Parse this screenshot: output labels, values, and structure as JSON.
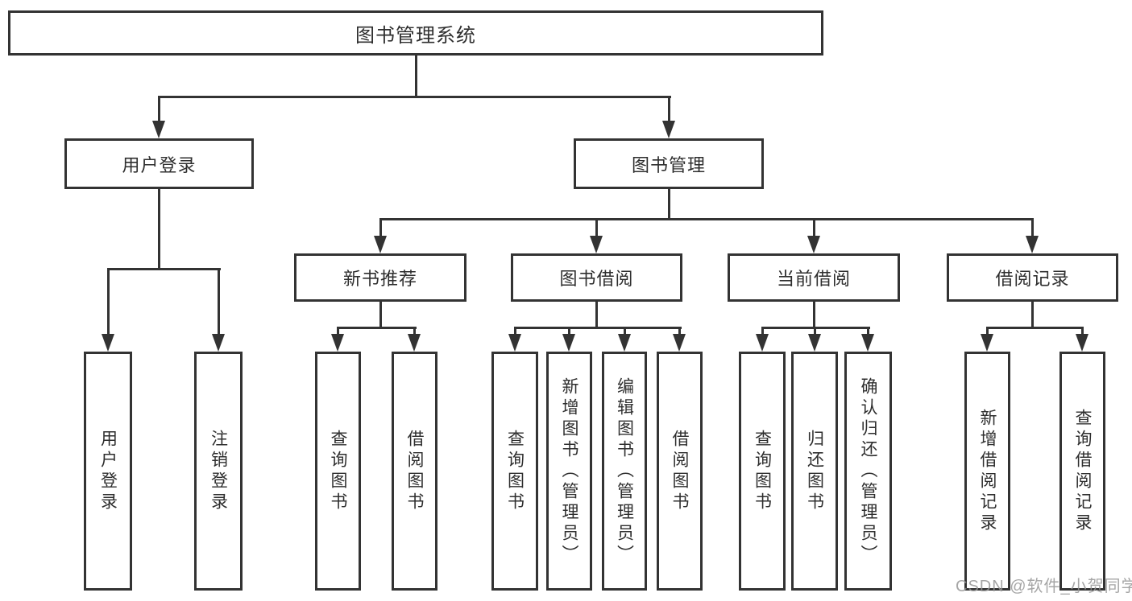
{
  "diagram": {
    "title_node": "图书管理系统",
    "level2": [
      {
        "label": "用户登录"
      },
      {
        "label": "图书管理"
      }
    ],
    "level3": [
      {
        "label": "新书推荐"
      },
      {
        "label": "图书借阅"
      },
      {
        "label": "当前借阅"
      },
      {
        "label": "借阅记录"
      }
    ],
    "leaves": [
      {
        "label": "用户登录"
      },
      {
        "label": "注销登录"
      },
      {
        "label": "查询图书"
      },
      {
        "label": "借阅图书"
      },
      {
        "label": "查询图书"
      },
      {
        "label": "新增图书（管理员）"
      },
      {
        "label": "编辑图书（管理员）"
      },
      {
        "label": "借阅图书"
      },
      {
        "label": "查询图书"
      },
      {
        "label": "归还图书"
      },
      {
        "label": "确认归还（管理员）"
      },
      {
        "label": "新增借阅记录"
      },
      {
        "label": "查询借阅记录"
      }
    ]
  },
  "watermark": "CSDN @软件_小贺同学",
  "colors": {
    "line": "#333333",
    "box_background": "#ffffff",
    "text": "#2e2e2e",
    "watermark": "#969696"
  }
}
